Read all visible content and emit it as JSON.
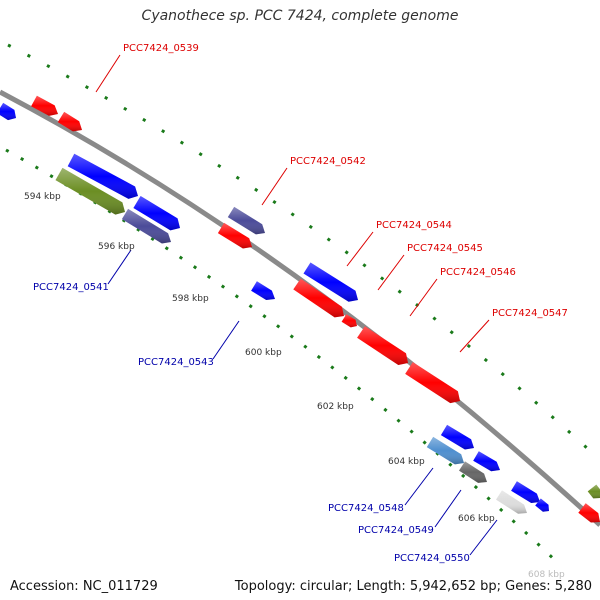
{
  "title": "Cyanothece sp. PCC 7424, complete genome",
  "footer": {
    "accession": "Accession: NC_011729",
    "info": "Topology: circular; Length: 5,942,652 bp; Genes: 5,280"
  },
  "colors": {
    "forward_gene": "#ff0000",
    "reverse_gene": "#0000ff",
    "purple_gene": "#4b4b99",
    "olive_gene": "#6b8e23",
    "light_blue_gene": "#4f8fcf",
    "gray_gene": "#666666",
    "light_gray_gene": "#dddddd",
    "backbone": "#888888",
    "tick": "#1a7a1a",
    "label_forward": "#dd0000",
    "label_reverse": "#0000aa"
  },
  "scale_labels": [
    "594 kbp",
    "596 kbp",
    "598 kbp",
    "600 kbp",
    "602 kbp",
    "604 kbp",
    "606 kbp",
    "608 kbp"
  ],
  "gene_labels": {
    "top": [
      "PCC7424_0539",
      "PCC7424_0542",
      "PCC7424_0544",
      "PCC7424_0545",
      "PCC7424_0546",
      "PCC7424_0547"
    ],
    "bottom": [
      "PCC7424_0541",
      "PCC7424_0543",
      "PCC7424_0548",
      "PCC7424_0549",
      "PCC7424_0550"
    ]
  }
}
